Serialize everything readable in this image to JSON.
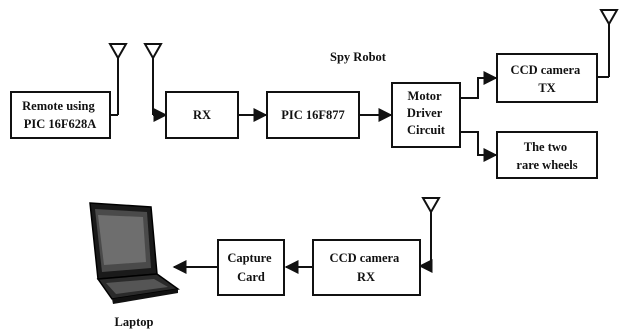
{
  "diagram": {
    "title": "Spy Robot",
    "blocks": {
      "remote": [
        "Remote using",
        "PIC 16F628A"
      ],
      "rx": [
        "RX"
      ],
      "pic": [
        "PIC 16F877"
      ],
      "motor": [
        "Motor",
        "Driver",
        "Circuit"
      ],
      "cam_tx": [
        "CCD camera",
        "TX"
      ],
      "wheels": [
        "The two",
        "rare wheels"
      ],
      "cam_rx": [
        "CCD camera",
        "RX"
      ],
      "capture": [
        "Capture",
        "Card"
      ]
    },
    "laptop_label": "Laptop",
    "colors": {
      "line": "#111111",
      "background": "#ffffff"
    }
  }
}
